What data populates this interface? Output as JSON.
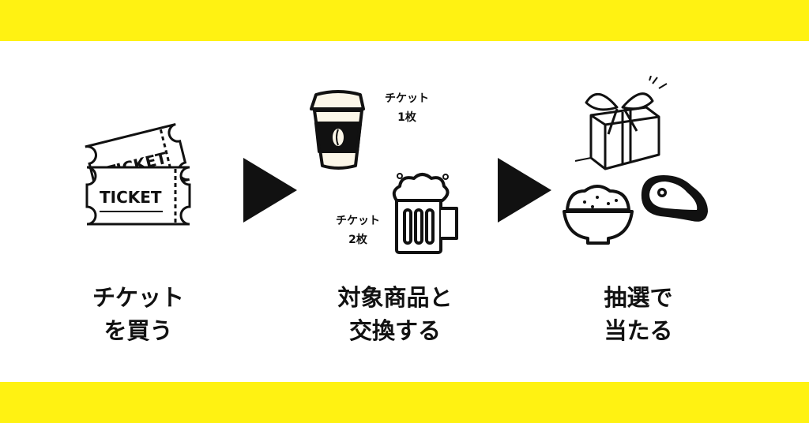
{
  "colors": {
    "accent_bar": "#FFF212",
    "ink": "#111111",
    "cup_fill": "#FBF6E8"
  },
  "ticket": {
    "front_text": "TICKET",
    "back_text": "TICKET"
  },
  "steps": [
    {
      "line1": "チケット",
      "line2": "を買う"
    },
    {
      "line1": "対象商品と",
      "line2": "交換する"
    },
    {
      "line1": "抽選で",
      "line2": "当たる"
    }
  ],
  "exchange": {
    "coffee": {
      "line1": "チケット",
      "line2": "1枚"
    },
    "beer": {
      "line1": "チケット",
      "line2": "2枚"
    }
  }
}
